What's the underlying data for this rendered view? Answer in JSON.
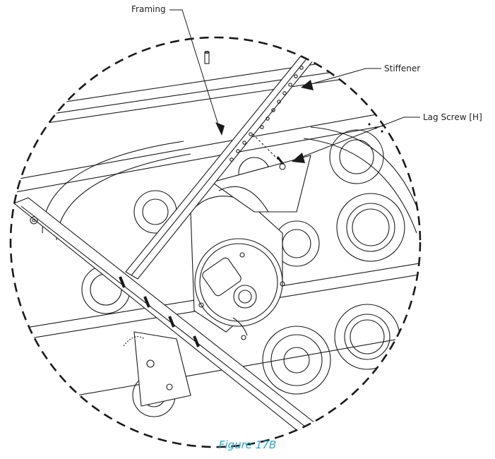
{
  "callouts": {
    "framing": "Framing",
    "stiffener": "Stiffener",
    "lag_screw": "Lag Screw [H]"
  },
  "caption": "Figure 17B",
  "colors": {
    "line": "#1a1a1a",
    "caption": "#2aa6c8",
    "background": "#ffffff"
  }
}
